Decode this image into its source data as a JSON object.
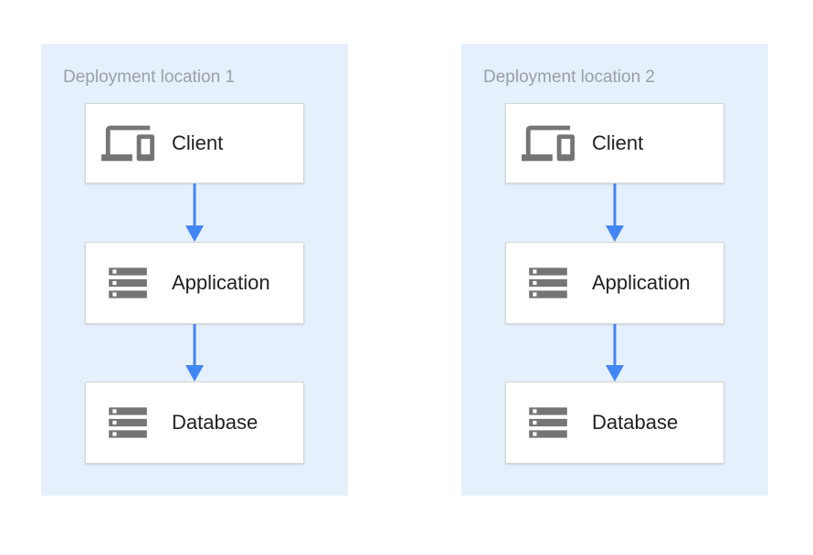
{
  "diagram_type": "architecture-flow",
  "colors": {
    "panel_bg": "#E5F0FC",
    "box_bg": "#FFFFFF",
    "box_border": "#D7D7D7",
    "icon": "#757575",
    "arrow": "#4285F4",
    "title": "#9AA0A6",
    "label": "#212121",
    "page_bg": "#FFFFFF"
  },
  "panels": [
    {
      "title": "Deployment location 1",
      "nodes": [
        {
          "label": "Client",
          "icon": "devices-icon"
        },
        {
          "label": "Application",
          "icon": "server-stack-icon"
        },
        {
          "label": "Database",
          "icon": "server-stack-icon"
        }
      ],
      "edges": [
        {
          "from": "Client",
          "to": "Application"
        },
        {
          "from": "Application",
          "to": "Database"
        }
      ]
    },
    {
      "title": "Deployment location 2",
      "nodes": [
        {
          "label": "Client",
          "icon": "devices-icon"
        },
        {
          "label": "Application",
          "icon": "server-stack-icon"
        },
        {
          "label": "Database",
          "icon": "server-stack-icon"
        }
      ],
      "edges": [
        {
          "from": "Client",
          "to": "Application"
        },
        {
          "from": "Application",
          "to": "Database"
        }
      ]
    }
  ]
}
